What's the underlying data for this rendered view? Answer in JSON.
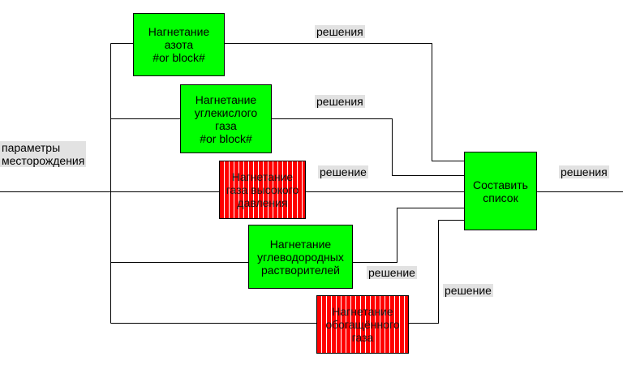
{
  "input_label": "параметры\nместорождения",
  "output_label": "решения",
  "blocks": {
    "nitrogen": {
      "text": "Нагнетание\nазота\n#or block#",
      "color": "#00ff00",
      "status": "active"
    },
    "co2": {
      "text": "Нагнетание\nуглекислого\nгаза\n#or block#",
      "color": "#00ff00",
      "status": "active"
    },
    "hp_gas": {
      "text": "Нагнетание\nгаза высокого\nдавления",
      "color": "#ff0000",
      "status": "blocked"
    },
    "hydrocarbon": {
      "text": "Нагнетание\nуглеводородных\nрастворителей",
      "color": "#00ff00",
      "status": "active"
    },
    "enriched_gas": {
      "text": "Нагнетание\nобогащённого\nгаза",
      "color": "#ff0000",
      "status": "blocked"
    },
    "compile": {
      "text": "Составить\nсписок",
      "color": "#00ff00",
      "status": "active"
    }
  },
  "edge_labels": {
    "nitrogen": "решения",
    "co2": "решения",
    "hp_gas": "решение",
    "hydrocarbon": "решение",
    "enriched_gas": "решение"
  }
}
